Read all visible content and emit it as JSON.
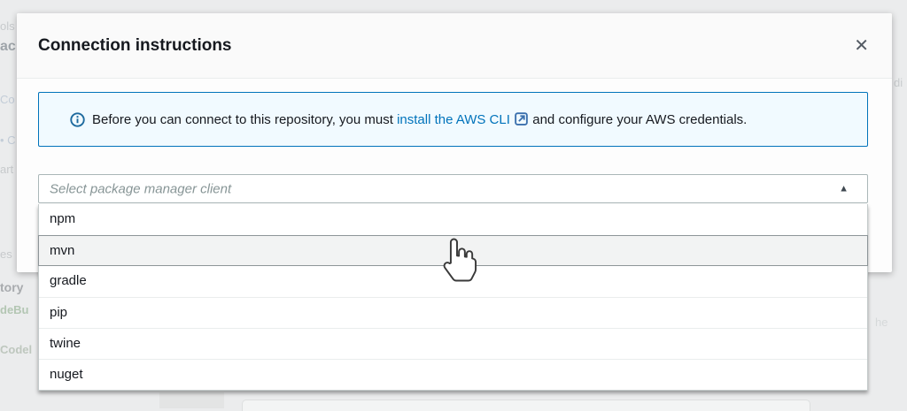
{
  "modal": {
    "title": "Connection instructions",
    "close_icon": "✕"
  },
  "banner": {
    "info_icon": "info-circle",
    "text_before_link": "Before you can connect to this repository, you must ",
    "link_text": "install the AWS CLI",
    "external_link_icon": "external-link",
    "text_after_link": " and configure your AWS credentials.",
    "background_color": "#f1faff",
    "border_color": "#0073bb",
    "link_color": "#0073bb"
  },
  "select": {
    "placeholder": "Select package manager client",
    "arrow_icon": "▲",
    "state": "open"
  },
  "dropdown": {
    "hovered_option": "mvn",
    "options": [
      {
        "label": "npm"
      },
      {
        "label": "mvn"
      },
      {
        "label": "gradle"
      },
      {
        "label": "pip"
      },
      {
        "label": "twine"
      },
      {
        "label": "nuget"
      }
    ]
  },
  "colors": {
    "hover_row_background": "#f2f3f3",
    "hover_row_border": "#8d9598",
    "row_divider": "#eaeded",
    "overlay_background": "#ebeced"
  },
  "background_page": {
    "left_fragments": [
      "ols",
      "ac",
      "Co",
      "• C",
      "art",
      "es",
      "tory",
      "deBu",
      "Codel"
    ],
    "right_fragment_top": "di",
    "right_fragment_mid": "he"
  }
}
